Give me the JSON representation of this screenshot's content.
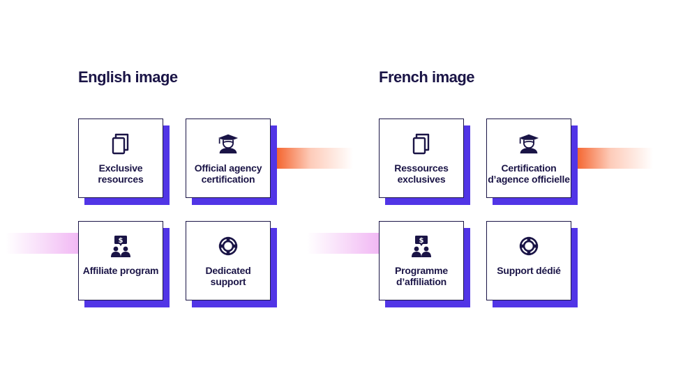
{
  "colors": {
    "ink": "#1a1446",
    "shadow": "#5135e6",
    "accent_orange": "#f4642e",
    "accent_pink": "#f1b6f4"
  },
  "sections": [
    {
      "heading": "English image",
      "cards": [
        {
          "icon": "copy-icon",
          "label": "Exclusive resources"
        },
        {
          "icon": "graduate-icon",
          "label": "Official agency certification"
        },
        {
          "icon": "affiliate-icon",
          "label": "Affiliate program"
        },
        {
          "icon": "lifebuoy-icon",
          "label": "Dedicated support"
        }
      ]
    },
    {
      "heading": "French image",
      "cards": [
        {
          "icon": "copy-icon",
          "label": "Ressources exclusives"
        },
        {
          "icon": "graduate-icon",
          "label": "Certification d’agence officielle"
        },
        {
          "icon": "affiliate-icon",
          "label": "Programme d’affiliation"
        },
        {
          "icon": "lifebuoy-icon",
          "label": "Support dédié"
        }
      ]
    }
  ]
}
